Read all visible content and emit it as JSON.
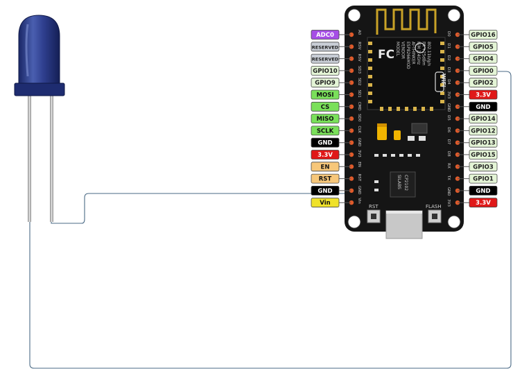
{
  "left_pins": [
    {
      "label": "ADC0",
      "color": "#a64ee6",
      "text_color": "#ffffff"
    },
    {
      "label": "RESERVED",
      "color": "#c9ced6",
      "text_color": "#222222"
    },
    {
      "label": "RESERVED",
      "color": "#c9ced6",
      "text_color": "#222222"
    },
    {
      "label": "GPIO10",
      "color": "#e4f5d6",
      "text_color": "#222222"
    },
    {
      "label": "GPIO9",
      "color": "#e4f5d6",
      "text_color": "#222222"
    },
    {
      "label": "MOSI",
      "color": "#7ae05a",
      "text_color": "#111111"
    },
    {
      "label": "CS",
      "color": "#7ae05a",
      "text_color": "#111111"
    },
    {
      "label": "MISO",
      "color": "#7ae05a",
      "text_color": "#111111"
    },
    {
      "label": "SCLK",
      "color": "#7ae05a",
      "text_color": "#111111"
    },
    {
      "label": "GND",
      "color": "#000000",
      "text_color": "#ffffff"
    },
    {
      "label": "3.3V",
      "color": "#e01818",
      "text_color": "#ffffff"
    },
    {
      "label": "EN",
      "color": "#f7c77a",
      "text_color": "#111111"
    },
    {
      "label": "RST",
      "color": "#f7c77a",
      "text_color": "#111111"
    },
    {
      "label": "GND",
      "color": "#000000",
      "text_color": "#ffffff"
    },
    {
      "label": "Vin",
      "color": "#f0e22a",
      "text_color": "#111111"
    }
  ],
  "right_pins": [
    {
      "label": "GPIO16",
      "color": "#e4f5d6",
      "text_color": "#222222"
    },
    {
      "label": "GPIO5",
      "color": "#e4f5d6",
      "text_color": "#222222"
    },
    {
      "label": "GPIO4",
      "color": "#e4f5d6",
      "text_color": "#222222"
    },
    {
      "label": "GPIO0",
      "color": "#e4f5d6",
      "text_color": "#222222"
    },
    {
      "label": "GPIO2",
      "color": "#e4f5d6",
      "text_color": "#222222"
    },
    {
      "label": "3.3V",
      "color": "#e01818",
      "text_color": "#ffffff"
    },
    {
      "label": "GND",
      "color": "#000000",
      "text_color": "#ffffff"
    },
    {
      "label": "GPIO14",
      "color": "#e4f5d6",
      "text_color": "#222222"
    },
    {
      "label": "GPIO12",
      "color": "#e4f5d6",
      "text_color": "#222222"
    },
    {
      "label": "GPIO13",
      "color": "#e4f5d6",
      "text_color": "#222222"
    },
    {
      "label": "GPIO15",
      "color": "#e4f5d6",
      "text_color": "#222222"
    },
    {
      "label": "GPIO3",
      "color": "#e4f5d6",
      "text_color": "#222222"
    },
    {
      "label": "GPIO1",
      "color": "#e4f5d6",
      "text_color": "#222222"
    },
    {
      "label": "GND",
      "color": "#000000",
      "text_color": "#ffffff"
    },
    {
      "label": "3.3V",
      "color": "#e01818",
      "text_color": "#ffffff"
    }
  ],
  "board": {
    "button_left": "RST",
    "button_right": "FLASH",
    "usb_chip_brand": "SILABS",
    "usb_chip_model": "CP2102",
    "module_cert": "FC",
    "module_wifi": "WiFi",
    "module_text": [
      "MODEL",
      "VENDOR",
      "ESP8266MOD",
      "AI-THINKER",
      "ISM 2.4GHz",
      "PA +25dBm",
      "802.11b/g/n"
    ],
    "left_silk": [
      "A0",
      "RSV",
      "RSV",
      "SD3",
      "SD2",
      "SD1",
      "CMD",
      "SD0",
      "CLK",
      "GND",
      "3V3",
      "EN",
      "RST",
      "GND",
      "Vin"
    ],
    "right_silk": [
      "D0",
      "D1",
      "D2",
      "D3",
      "D4",
      "3V3",
      "GND",
      "D5",
      "D6",
      "D7",
      "D8",
      "RX",
      "TX",
      "GND",
      "3V3"
    ]
  },
  "colors": {
    "board": "#151515",
    "pin_header": "#e05a2a",
    "wire": "#4a6a85",
    "led": "#2a3f86"
  }
}
